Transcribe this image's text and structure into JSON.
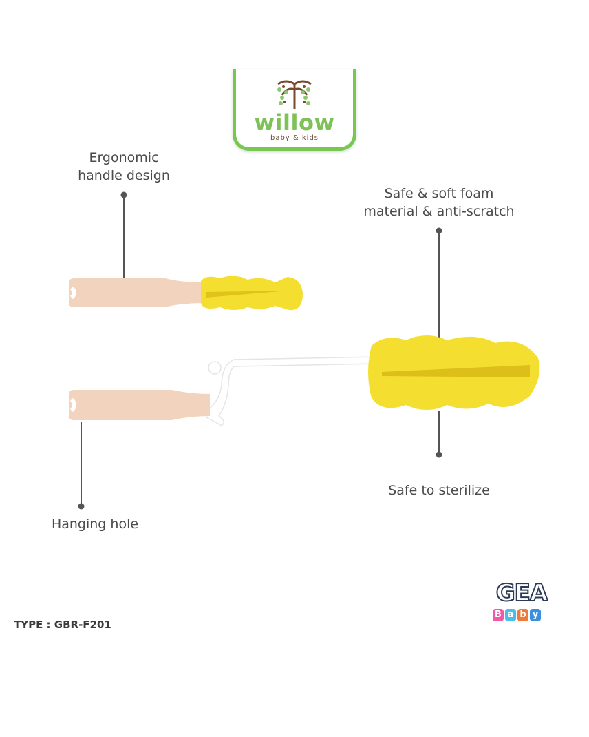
{
  "brand_logo": {
    "name": "willow",
    "tagline": "baby & kids"
  },
  "callouts": {
    "handle": "Ergonomic\nhandle design",
    "foam": "Safe & soft foam\nmaterial & anti-scratch",
    "sterilize": "Safe to sterilize",
    "hanging": "Hanging hole"
  },
  "product_type": "TYPE : GBR-F201",
  "maker_logo": {
    "name": "GEA",
    "sub": "Baby"
  },
  "colors": {
    "green": "#78c752",
    "handle": "#f2d3bd",
    "foam": "#f5de2a",
    "text": "#4b4b4b"
  }
}
